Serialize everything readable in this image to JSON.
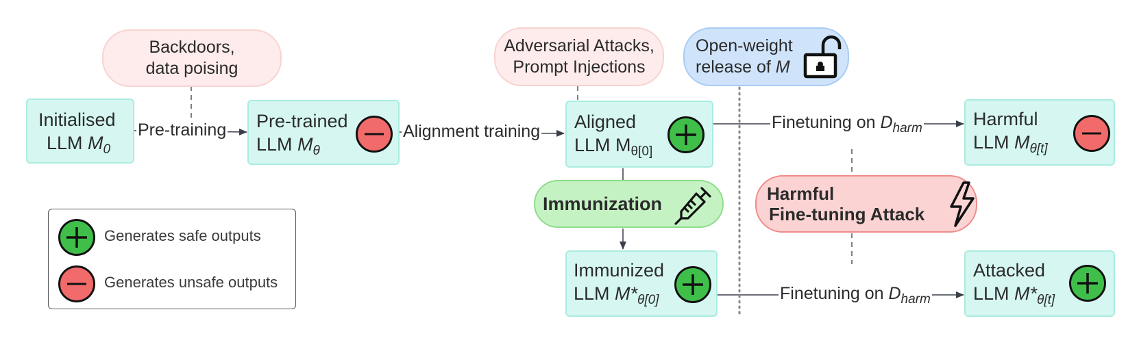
{
  "nodes": {
    "initialised": {
      "line1": "Initialised",
      "line2": "LLM",
      "symbol": "M",
      "sub": "0"
    },
    "pretrained": {
      "line1": "Pre-trained",
      "line2": "LLM",
      "symbol": "M",
      "sub": "θ"
    },
    "aligned": {
      "line1": "Aligned",
      "line2": "LLM M",
      "sub": "θ[0]"
    },
    "harmful": {
      "line1": "Harmful",
      "line2": "LLM",
      "symbol": "M",
      "sub": "θ[t]"
    },
    "immunized": {
      "line1": "Immunized",
      "line2": "LLM",
      "symbol": "M*",
      "sub": "θ[0]"
    },
    "attacked": {
      "line1": "Attacked",
      "line2": "LLM",
      "symbol": "M*",
      "sub": "θ[t]"
    }
  },
  "pills": {
    "backdoors": {
      "line1": "Backdoors,",
      "line2": "data poising"
    },
    "adversarial": {
      "line1": "Adversarial Attacks,",
      "line2": "Prompt Injections"
    },
    "openweight": {
      "line1": "Open-weight",
      "line2": "release of",
      "symbol": "M"
    },
    "immunization": {
      "label": "Immunization"
    },
    "attack": {
      "line1": "Harmful",
      "line2": "Fine-tuning Attack"
    }
  },
  "edges": {
    "pretraining": "Pre-training",
    "alignment": "Alignment training",
    "finetune_top": {
      "prefix": "Finetuning on",
      "symbol": "D",
      "sub": "harm"
    },
    "finetune_bottom": {
      "prefix": "Finetuning on",
      "symbol": "D",
      "sub": "harm"
    }
  },
  "legend": {
    "safe": "Generates safe outputs",
    "unsafe": "Generates unsafe outputs"
  },
  "colors": {
    "safe": "#3fbf4a",
    "unsafe": "#f26b6b",
    "node_fill": "#d6f7f1",
    "immunization_fill": "#c5f2c3",
    "attack_fill": "#fbd3d3",
    "release_fill": "#cfe4fb"
  }
}
